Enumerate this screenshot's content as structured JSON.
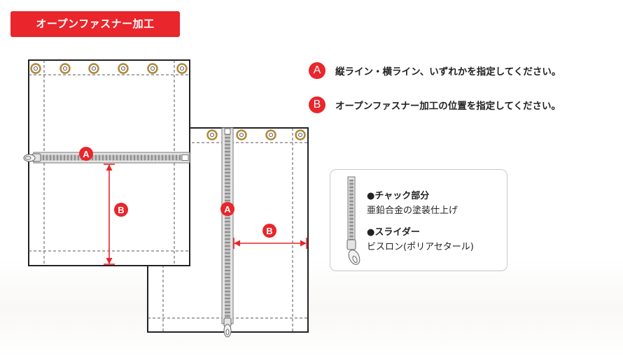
{
  "title": "オープンファスナー加工",
  "labels": {
    "a": "A",
    "b": "B"
  },
  "legend": [
    {
      "marker": "A",
      "text": "縦ライン・横ライン、いずれかを指定してください。"
    },
    {
      "marker": "B",
      "text": "オープンファスナー加工の位置を指定してください。"
    }
  ],
  "spec": {
    "chain_heading": "●チャック部分",
    "chain_value": "亜鉛合金の塗装仕上げ",
    "slider_heading": "●スライダー",
    "slider_value": "ビスロン(ポリアセタール)"
  },
  "colors": {
    "accent": "#e8262b",
    "grommet": "#c9a04e",
    "zipper": "#9e9e9e"
  },
  "icons": {
    "grommet": "grommet-icon",
    "zipper": "zipper-icon",
    "zipper_pull": "zipper-pull-icon"
  }
}
